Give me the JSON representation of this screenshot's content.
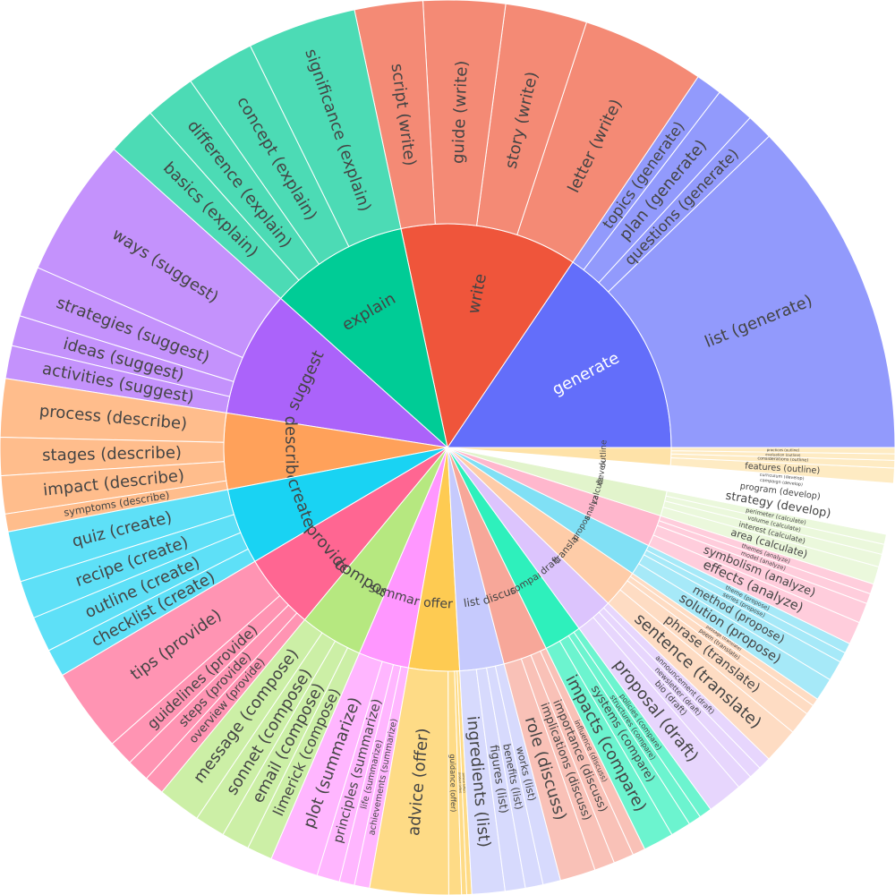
{
  "chart_data": {
    "type": "sunburst",
    "title": "",
    "start_angle_deg": 0,
    "direction": "counterclockwise",
    "parents": [
      {
        "label": "generate",
        "color": "#636EFA",
        "value": 17,
        "leaf_color": "#929AFC",
        "label_color": "#ffffff",
        "children": [
          {
            "label": "list (generate)",
            "value": 13
          },
          {
            "label": "questions (generate)",
            "value": 1
          },
          {
            "label": "plan (generate)",
            "value": 1.5
          },
          {
            "label": "topics (generate)",
            "value": 1
          }
        ]
      },
      {
        "label": "write",
        "color": "#EF553B",
        "value": 14,
        "leaf_color": "#F48A75",
        "label_color": "#444444",
        "children": [
          {
            "label": "letter (write)",
            "value": 4.5
          },
          {
            "label": "story (write)",
            "value": 3
          },
          {
            "label": "guide (write)",
            "value": 3
          },
          {
            "label": "script (write)",
            "value": 2.5
          }
        ]
      },
      {
        "label": "explain",
        "color": "#00CC96",
        "value": 11,
        "leaf_color": "#4CDBB5",
        "label_color": "#444444",
        "children": [
          {
            "label": "significance (explain)",
            "value": 4.3
          },
          {
            "label": "concept (explain)",
            "value": 2.7
          },
          {
            "label": "difference (explain)",
            "value": 2
          },
          {
            "label": "basics (explain)",
            "value": 2
          }
        ]
      },
      {
        "label": "suggest",
        "color": "#AB63FA",
        "value": 10,
        "leaf_color": "#C492FC",
        "label_color": "#444444",
        "children": [
          {
            "label": "ways (suggest)",
            "value": 5.5
          },
          {
            "label": "strategies (suggest)",
            "value": 2
          },
          {
            "label": "ideas (suggest)",
            "value": 1.2
          },
          {
            "label": "activities (suggest)",
            "value": 1.3
          }
        ]
      },
      {
        "label": "describe",
        "color": "#FFA15A",
        "value": 6,
        "leaf_color": "#FFBD8C",
        "label_color": "#444444",
        "children": [
          {
            "label": "process (describe)",
            "value": 2.3
          },
          {
            "label": "stages (describe)",
            "value": 1.5
          },
          {
            "label": "impact (describe)",
            "value": 1.5
          },
          {
            "label": "symptoms (describe)",
            "value": 0.7
          }
        ]
      },
      {
        "label": "create",
        "color": "#19D3F3",
        "value": 6,
        "leaf_color": "#5EE0F7",
        "label_color": "#444444",
        "children": [
          {
            "label": "quiz (create)",
            "value": 2
          },
          {
            "label": "recipe (create)",
            "value": 1.5
          },
          {
            "label": "outline (create)",
            "value": 1.4
          },
          {
            "label": "checklist (create)",
            "value": 1.1
          }
        ]
      },
      {
        "label": "provide",
        "color": "#FF6692",
        "value": 6,
        "leaf_color": "#FF94B3",
        "label_color": "#444444",
        "children": [
          {
            "label": "tips (provide)",
            "value": 3.3
          },
          {
            "label": "guidelines (provide)",
            "value": 1
          },
          {
            "label": "steps (provide)",
            "value": 0.9
          },
          {
            "label": "overview (provide)",
            "value": 0.8
          }
        ]
      },
      {
        "label": "compose",
        "color": "#B6E880",
        "value": 5,
        "leaf_color": "#CCEFA6",
        "label_color": "#444444",
        "children": [
          {
            "label": "message (compose)",
            "value": 1.7
          },
          {
            "label": "sonnet (compose)",
            "value": 1.2
          },
          {
            "label": "email (compose)",
            "value": 1.1
          },
          {
            "label": "limerick (compose)",
            "value": 1
          }
        ]
      },
      {
        "label": "summarize",
        "color": "#FF97FF",
        "value": 4,
        "leaf_color": "#FFB6FF",
        "label_color": "#444444",
        "children": [
          {
            "label": "plot (summarize)",
            "value": 1.9
          },
          {
            "label": "principles (summarize)",
            "value": 0.9
          },
          {
            "label": "life (summarize)",
            "value": 0.6
          },
          {
            "label": "achievements (summarize)",
            "value": 0.6
          }
        ]
      },
      {
        "label": "offer",
        "color": "#FECB52",
        "value": 4,
        "leaf_color": "#FEDB86",
        "label_color": "#444444",
        "children": [
          {
            "label": "advice (offer)",
            "value": 3.1
          },
          {
            "label": "guidance (offer)",
            "value": 0.5
          },
          {
            "label": "product (offer)",
            "value": 0.2
          },
          {
            "label": "service (offer)",
            "value": 0.2
          }
        ]
      },
      {
        "label": "list",
        "color": "#C6CAFD",
        "value": 3.5,
        "leaf_color": "#D7DAFD",
        "label_color": "#444444",
        "children": [
          {
            "label": "ingredients (list)",
            "value": 1.3
          },
          {
            "label": "figures (list)",
            "value": 0.8
          },
          {
            "label": "benefits (list)",
            "value": 0.7
          },
          {
            "label": "works (list)",
            "value": 0.7
          }
        ]
      },
      {
        "label": "discuss",
        "color": "#F7A799",
        "value": 3.5,
        "leaf_color": "#F9C1B7",
        "label_color": "#444444",
        "children": [
          {
            "label": "role (discuss)",
            "value": 1.4
          },
          {
            "label": "implications (discuss)",
            "value": 0.8
          },
          {
            "label": "importance (discuss)",
            "value": 0.8
          },
          {
            "label": "influence (discuss)",
            "value": 0.5
          }
        ]
      },
      {
        "label": "compare",
        "color": "#2EF0BC",
        "value": 3,
        "leaf_color": "#6CF4CF",
        "label_color": "#444444",
        "children": [
          {
            "label": "impacts (compare)",
            "value": 1.2
          },
          {
            "label": "systems (compare)",
            "value": 0.8
          },
          {
            "label": "structures (compare)",
            "value": 0.5
          },
          {
            "label": "policies (compare)",
            "value": 0.5
          }
        ]
      },
      {
        "label": "draft",
        "color": "#DCC4FD",
        "value": 3,
        "leaf_color": "#E7D6FD",
        "label_color": "#444444",
        "children": [
          {
            "label": "proposal (draft)",
            "value": 1.4
          },
          {
            "label": "bio (draft)",
            "value": 0.6
          },
          {
            "label": "newsletter (draft)",
            "value": 0.5
          },
          {
            "label": "announcement (draft)",
            "value": 0.5
          }
        ]
      },
      {
        "label": "translate",
        "color": "#FECCA8",
        "value": 3,
        "leaf_color": "#FEDCC3",
        "label_color": "#444444",
        "children": [
          {
            "label": "sentence (translate)",
            "value": 1.4
          },
          {
            "label": "phrase (translate)",
            "value": 0.9
          },
          {
            "label": "poem (translate)",
            "value": 0.4
          },
          {
            "label": "passage (translate)",
            "value": 0.3
          }
        ]
      },
      {
        "label": "propose",
        "color": "#80E0F5",
        "value": 2.5,
        "leaf_color": "#A6E9F8",
        "label_color": "#444444",
        "children": [
          {
            "label": "solution (propose)",
            "value": 0.9
          },
          {
            "label": "method (propose)",
            "value": 0.8
          },
          {
            "label": "series (propose)",
            "value": 0.4
          },
          {
            "label": "theme (propose)",
            "value": 0.4
          }
        ]
      },
      {
        "label": "analyze",
        "color": "#FFB7CD",
        "value": 2.5,
        "leaf_color": "#FFCDDC",
        "label_color": "#444444",
        "children": [
          {
            "label": "effects (analyze)",
            "value": 0.9
          },
          {
            "label": "symbolism (analyze)",
            "value": 0.8
          },
          {
            "label": "model (analyze)",
            "value": 0.4
          },
          {
            "label": "themes (analyze)",
            "value": 0.4
          }
        ]
      },
      {
        "label": "calculate",
        "color": "#E2F4CC",
        "value": 2,
        "leaf_color": "#EBF8DC",
        "label_color": "#444444",
        "children": [
          {
            "label": "area (calculate)",
            "value": 0.7
          },
          {
            "label": "interest (calculate)",
            "value": 0.5
          },
          {
            "label": "volume (calculate)",
            "value": 0.4
          },
          {
            "label": "perimeter (calculate)",
            "value": 0.4
          }
        ]
      },
      {
        "label": "develop",
        "color": "#FFFFFF",
        "value": 2,
        "leaf_color": "#FFFFFF",
        "label_color": "#444444",
        "children": [
          {
            "label": "strategy (develop)",
            "value": 0.8
          },
          {
            "label": "program (develop)",
            "value": 0.6
          },
          {
            "label": "campaign (develop)",
            "value": 0.3
          },
          {
            "label": "curriculum (develop)",
            "value": 0.3
          }
        ]
      },
      {
        "label": "outline",
        "color": "#FEE2A8",
        "value": 1.4,
        "leaf_color": "#FEEBC3",
        "label_color": "#444444",
        "children": [
          {
            "label": "features (outline)",
            "value": 0.6
          },
          {
            "label": "considerations (outline)",
            "value": 0.3
          },
          {
            "label": "evaluation (outline)",
            "value": 0.25
          },
          {
            "label": "practices (outline)",
            "value": 0.25
          }
        ]
      }
    ]
  }
}
